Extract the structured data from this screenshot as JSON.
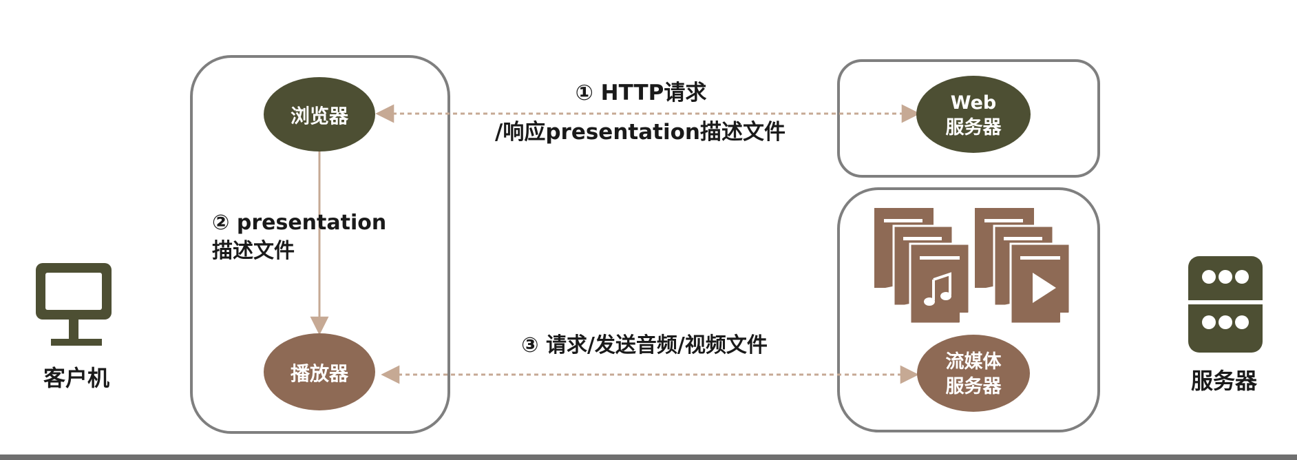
{
  "client": {
    "label": "客户机",
    "icon": "monitor-icon"
  },
  "server": {
    "label": "服务器",
    "icon": "server-rack-icon"
  },
  "nodes": {
    "browser": "浏览器",
    "player": "播放器",
    "web_server_line1": "Web",
    "web_server_line2": "服务器",
    "stream_server_line1": "流媒体",
    "stream_server_line2": "服务器"
  },
  "steps": {
    "step1_line1": "① HTTP请求",
    "step1_line2": "/响应presentation描述文件",
    "step2_line1": "② presentation",
    "step2_line2": "描述文件",
    "step3": "③  请求/发送音频/视频文件"
  },
  "media_icons": [
    "audio-file-stack-icon",
    "video-file-stack-icon"
  ],
  "colors": {
    "dark_olive": "#4d4f33",
    "brown": "#8e6a55",
    "arrow": "#c6a994",
    "border_gray": "#7f7f7f",
    "text": "#1a1a1a"
  }
}
